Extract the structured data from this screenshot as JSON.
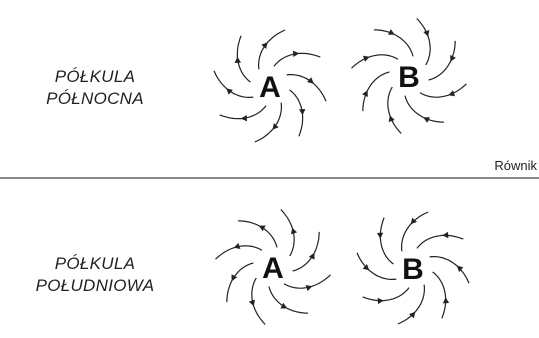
{
  "hemispheres": {
    "north": {
      "line1": "PÓŁKULA",
      "line2": "PÓŁNOCNA"
    },
    "south": {
      "line1": "PÓŁKULA",
      "line2": "POŁUDNIOWA"
    }
  },
  "equator": {
    "label": "Równik"
  },
  "systems": {
    "north_a": {
      "letter": "A"
    },
    "north_b": {
      "letter": "B"
    },
    "south_a": {
      "letter": "A"
    },
    "south_b": {
      "letter": "B"
    }
  },
  "colors": {
    "stroke": "#222222",
    "equator": "#8c8c8c"
  }
}
